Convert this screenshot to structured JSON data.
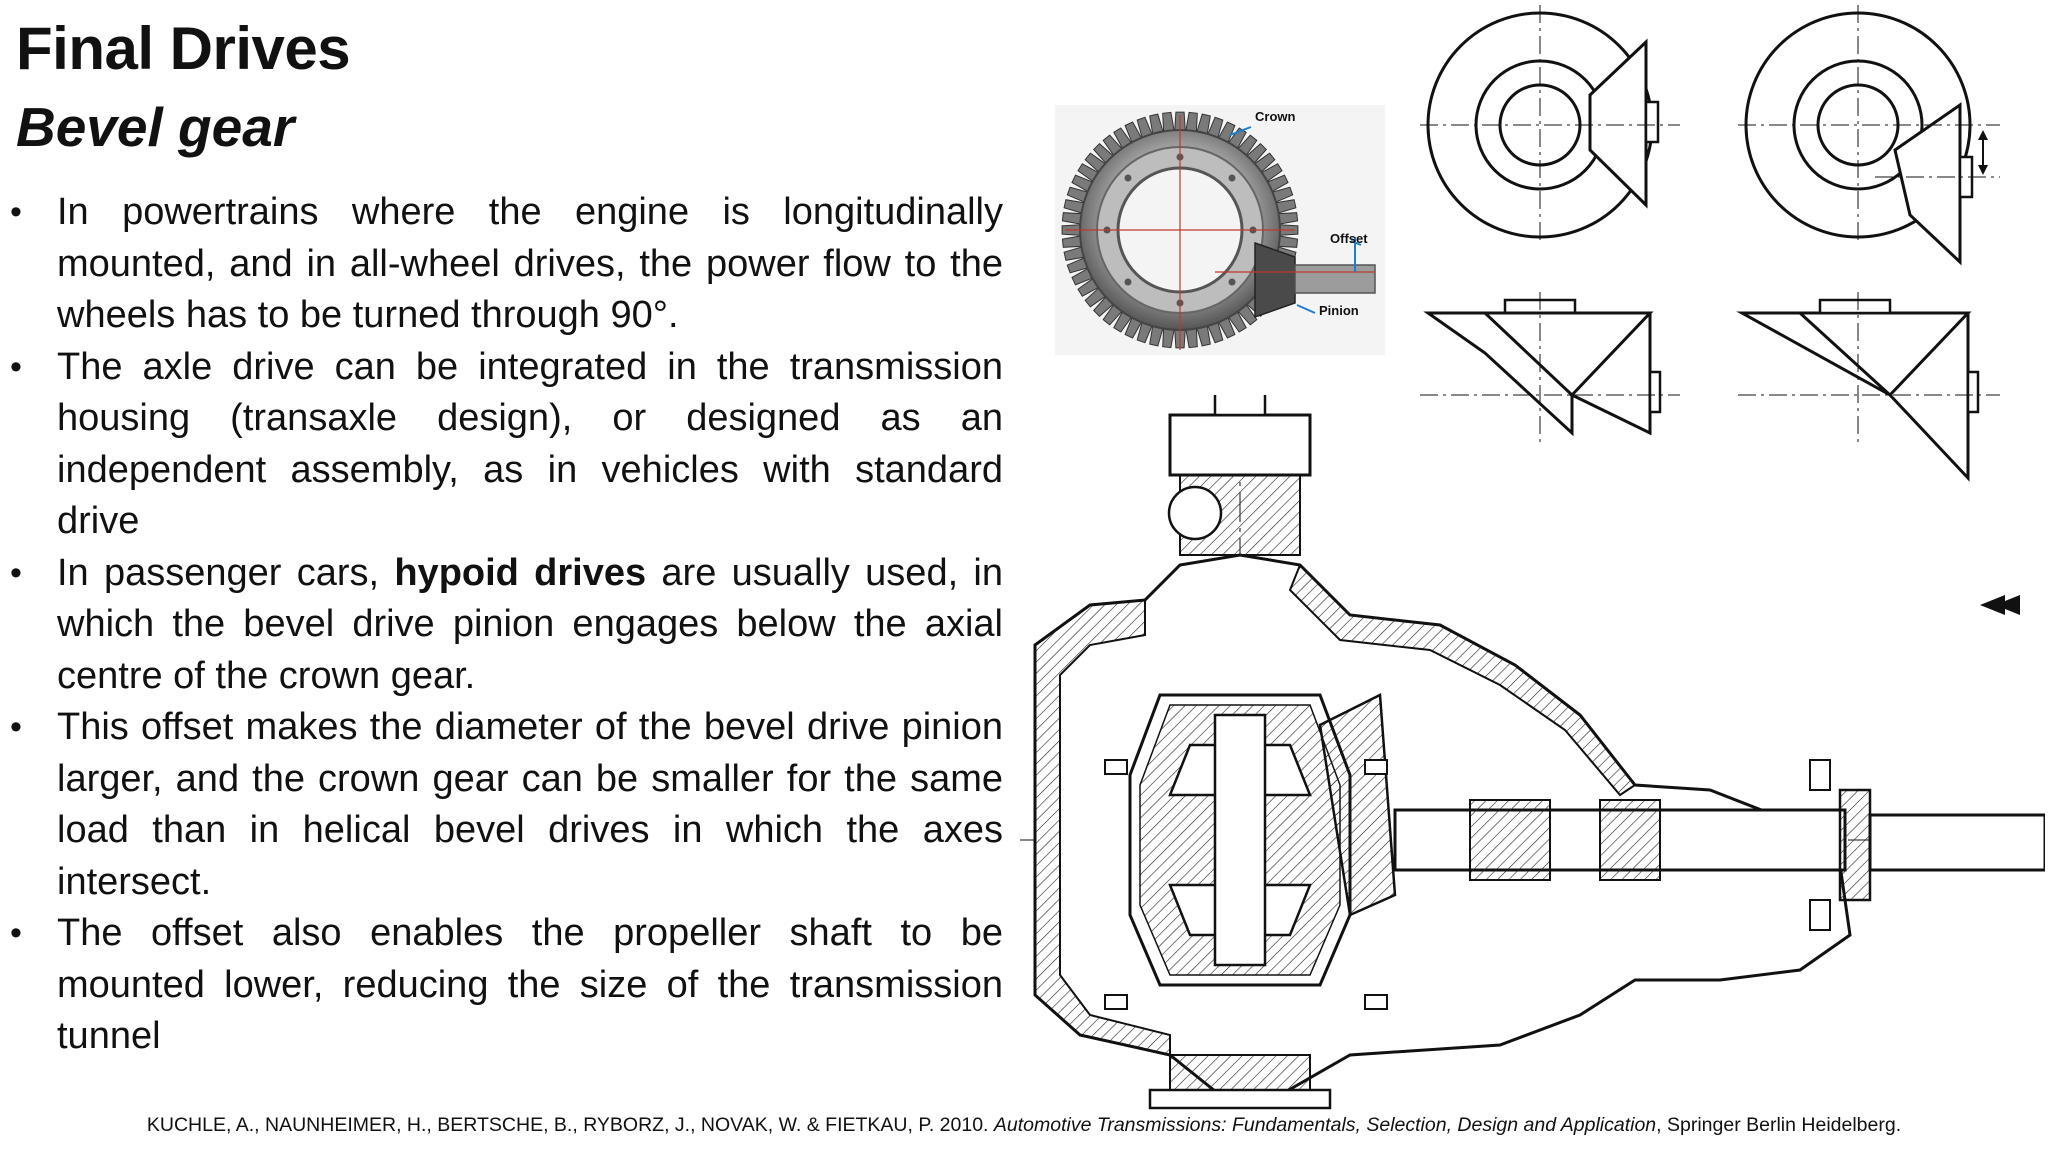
{
  "slide": {
    "title": "Final Drives",
    "subtitle": "Bevel gear",
    "bullet_symbol": "•",
    "bullets": [
      {
        "text": "In powertrains where the engine is longitudinally mounted, and in all-wheel drives, the power flow to the wheels has to be turned through 90°."
      },
      {
        "text": "The axle drive can be integrated in the transmission housing (transaxle design), or designed as an independent assembly, as in vehicles with standard drive"
      },
      {
        "text_before": "In passenger cars, ",
        "bold": "hypoid drives",
        "text_after": " are usually used, in which the bevel drive pinion engages below the axial centre of the crown gear."
      },
      {
        "text": "This offset makes the diameter of the bevel drive pinion larger, and the crown gear can be smaller for the same load than in helical bevel drives in which the axes intersect."
      },
      {
        "text": "The offset also enables the propeller shaft to be mounted  lower, reducing the size of the transmission tunnel"
      }
    ],
    "citation": {
      "authors": "KUCHLE, A., NAUNHEIMER, H., BERTSCHE, B., RYBORZ, J., NOVAK, W. & FIETKAU, P. 2010. ",
      "title": "Automotive Transmissions: Fundamentals, Selection, Design and Application",
      "publisher": ", Springer Berlin Heidelberg."
    }
  },
  "figures": {
    "gear_photo_labels": {
      "crown": "Crown",
      "offset": "Offset",
      "pinion": "Pinion"
    },
    "label_color": "#1a7fd4"
  }
}
